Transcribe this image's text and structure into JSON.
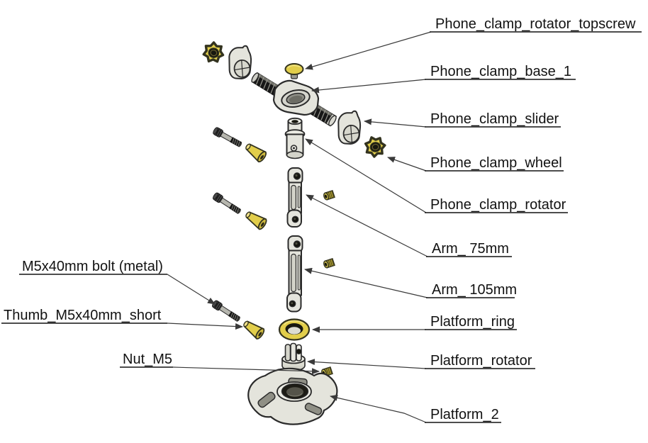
{
  "diagram": {
    "background": "#ffffff",
    "colors": {
      "accent_yellow": "#e2ce4b",
      "part_gray": "#e4e4dc",
      "leader_line": "#3a3a3a",
      "text": "#121212"
    },
    "labels_right": [
      {
        "text": "Phone_clamp_rotator_topscrew"
      },
      {
        "text": "Phone_clamp_base_1"
      },
      {
        "text": "Phone_clamp_slider"
      },
      {
        "text": "Phone_clamp_wheel"
      },
      {
        "text": "Phone_clamp_rotator"
      },
      {
        "text": "Arm_ 75mm"
      },
      {
        "text": "Arm_ 105mm"
      },
      {
        "text": "Platform_ring"
      },
      {
        "text": "Platform_rotator"
      },
      {
        "text": "Platform_2"
      }
    ],
    "labels_left": [
      {
        "text": "M5x40mm bolt (metal)"
      },
      {
        "text": "Thumb_M5x40mm_short"
      },
      {
        "text": "Nut_M5"
      }
    ]
  }
}
